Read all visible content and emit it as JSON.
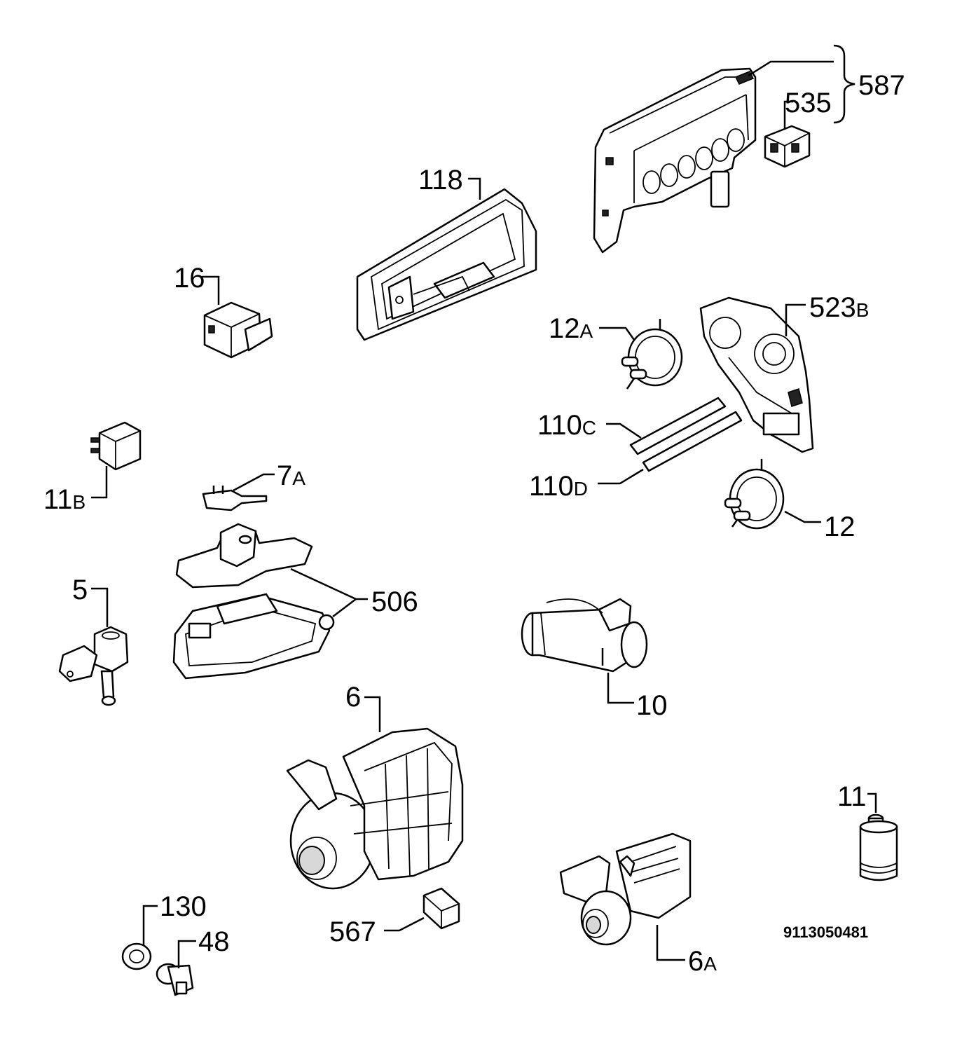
{
  "diagram": {
    "drawing_code": "9113050481",
    "callouts": [
      {
        "id": "587",
        "num": "587",
        "sfx": ""
      },
      {
        "id": "535",
        "num": "535",
        "sfx": ""
      },
      {
        "id": "118",
        "num": "118",
        "sfx": ""
      },
      {
        "id": "16",
        "num": "16",
        "sfx": ""
      },
      {
        "id": "12a",
        "num": "12",
        "sfx": "A"
      },
      {
        "id": "523b",
        "num": "523",
        "sfx": "B"
      },
      {
        "id": "110c",
        "num": "110",
        "sfx": "C"
      },
      {
        "id": "110d",
        "num": "110",
        "sfx": "D"
      },
      {
        "id": "12",
        "num": "12",
        "sfx": ""
      },
      {
        "id": "11b",
        "num": "11",
        "sfx": "B"
      },
      {
        "id": "7a",
        "num": "7",
        "sfx": "A"
      },
      {
        "id": "506",
        "num": "506",
        "sfx": ""
      },
      {
        "id": "5",
        "num": "5",
        "sfx": ""
      },
      {
        "id": "10",
        "num": "10",
        "sfx": ""
      },
      {
        "id": "6",
        "num": "6",
        "sfx": ""
      },
      {
        "id": "11",
        "num": "11",
        "sfx": ""
      },
      {
        "id": "130",
        "num": "130",
        "sfx": ""
      },
      {
        "id": "48",
        "num": "48",
        "sfx": ""
      },
      {
        "id": "567",
        "num": "567",
        "sfx": ""
      },
      {
        "id": "6a",
        "num": "6",
        "sfx": "A"
      }
    ]
  }
}
